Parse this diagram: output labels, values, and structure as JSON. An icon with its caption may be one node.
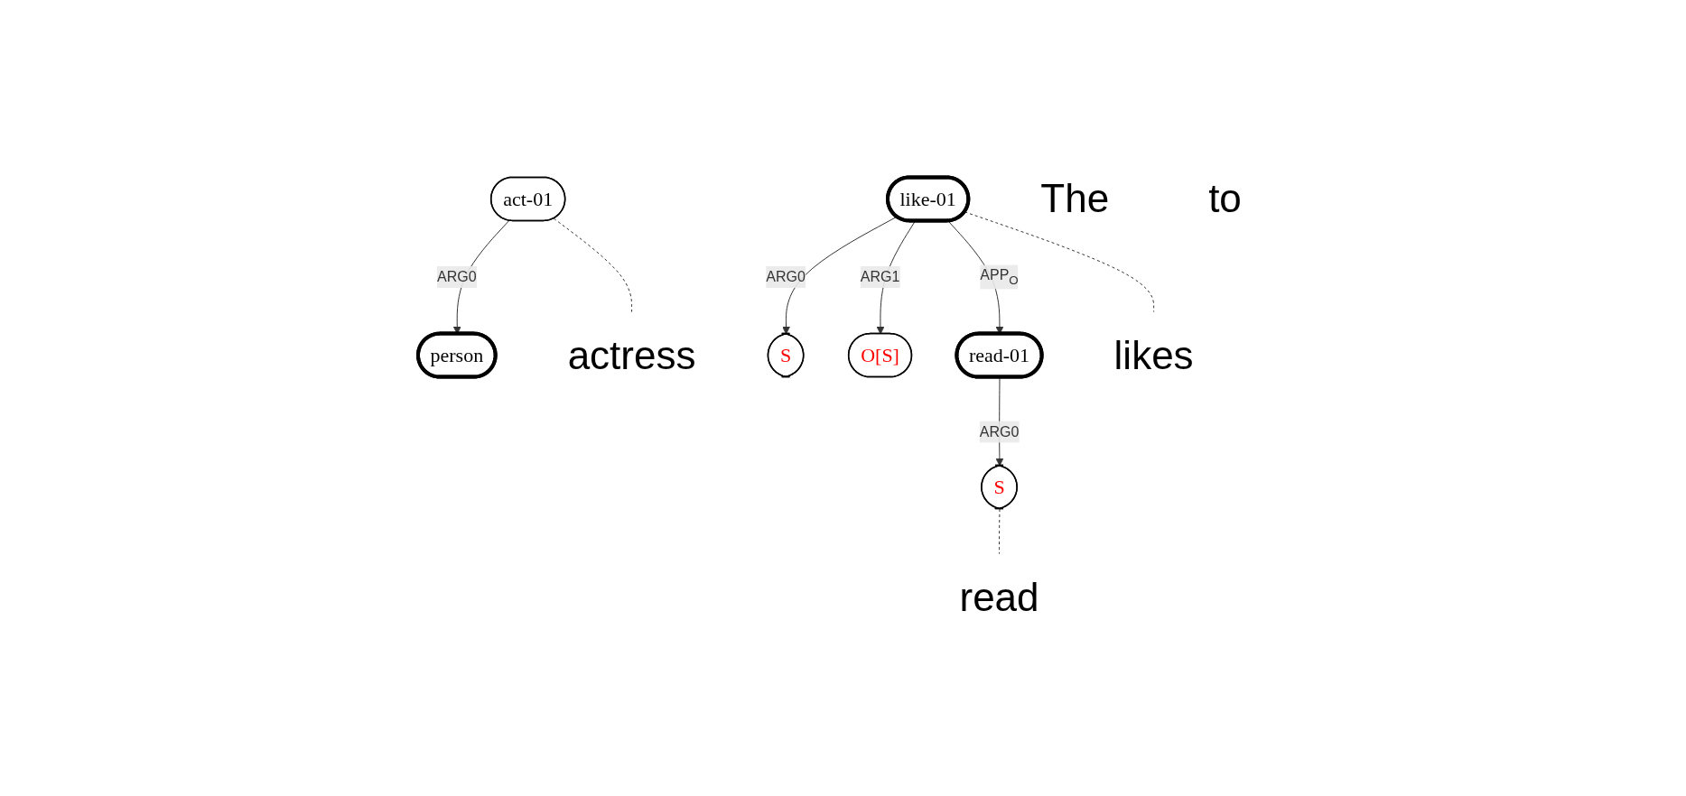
{
  "diagram": {
    "nodes": [
      {
        "text": [
          "person"
        ]
      },
      {
        "text": [
          "like-01"
        ]
      },
      {
        "text": [
          "read-01"
        ]
      },
      {
        "text": [
          "act-01"
        ]
      },
      {
        "text": [
          "S"
        ]
      },
      {
        "text": [
          "O[S]"
        ]
      },
      {
        "text": [
          "S"
        ]
      },
      {
        "text": [
          "The"
        ]
      },
      {
        "text": [
          "actress"
        ]
      },
      {
        "text": [
          "likes"
        ]
      },
      {
        "text": [
          "to"
        ]
      },
      {
        "text": [
          "read"
        ]
      }
    ],
    "edges": [
      {
        "from": 3,
        "to": 0,
        "arrow": "to",
        "label": "ARG0"
      },
      {
        "from": 1,
        "to": 4,
        "arrow": "to",
        "label": "ARG0"
      },
      {
        "from": 1,
        "to": 5,
        "arrow": "to",
        "label": "ARG1"
      },
      {
        "from": 2,
        "to": 6,
        "arrow": "to",
        "label": "ARG0"
      },
      {
        "from": 1,
        "to": 2,
        "arrow": "to",
        "label": "APP$_{O}$"
      },
      {
        "from": 3,
        "to": 8,
        "arrow": "none",
        "style": "dashed"
      },
      {
        "from": 1,
        "to": 9,
        "arrow": "none",
        "style": "dashed"
      },
      {
        "from": 6,
        "to": 11,
        "arrow": "none",
        "style": "dashed"
      }
    ]
  }
}
